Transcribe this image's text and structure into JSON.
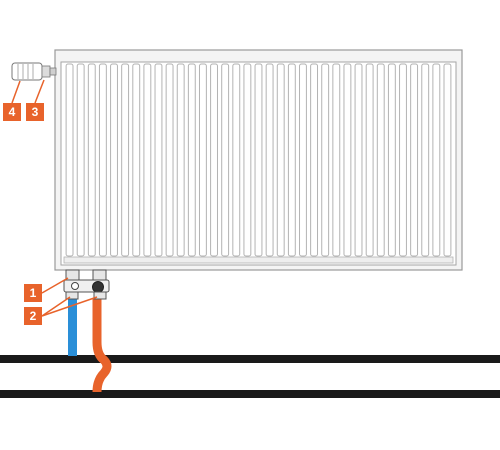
{
  "callouts": [
    {
      "label": "1"
    },
    {
      "label": "2"
    },
    {
      "label": "3"
    },
    {
      "label": "4"
    }
  ],
  "colors": {
    "callout": "#e8632b",
    "supply_pipe": "#e8632b",
    "return_pipe": "#2a8fd8",
    "floor_lines": "#1a1a1a",
    "radiator_outline": "#9a9a9a",
    "radiator_fill": "#f4f4f4"
  },
  "icons": [
    "thermostatic-head-icon",
    "bottom-connection-valve-icon"
  ]
}
